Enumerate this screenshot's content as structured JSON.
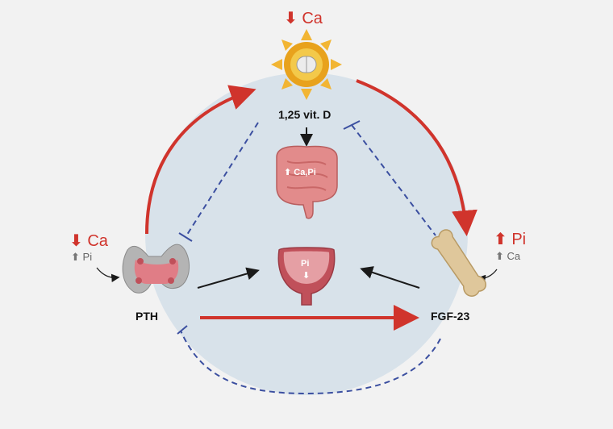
{
  "labels": {
    "top_ca": "Ca",
    "vit_d": "1,25 vit. D",
    "left_ca": "Ca",
    "left_pi": "Pi",
    "pth": "PTH",
    "right_pi": "Pi",
    "right_ca": "Ca",
    "fgf23": "FGF-23",
    "gut_text": "Ca,Pi",
    "bladder_text": "Pi"
  },
  "icons": {
    "down": "⬇",
    "up": "⬆"
  },
  "colors": {
    "red": "#d0342c",
    "blue_dash": "#3b4fa0",
    "circle_bg": "#d8e2ea",
    "black_arrow": "#1a1a1a"
  }
}
